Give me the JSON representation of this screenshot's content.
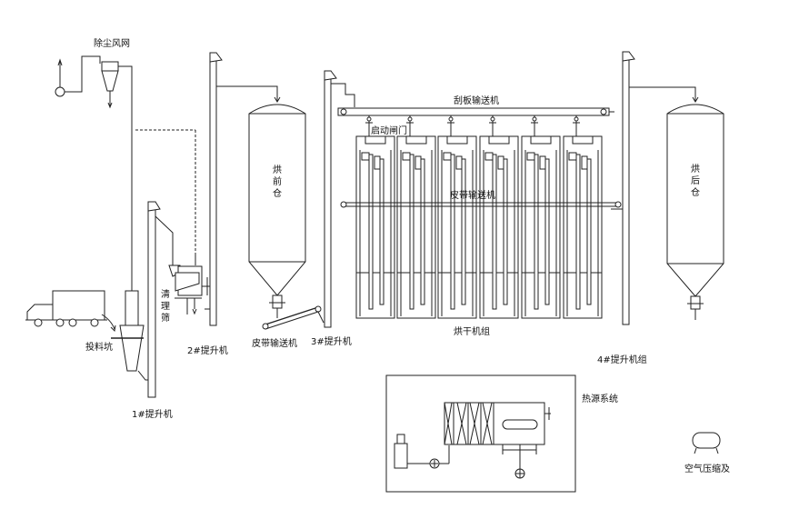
{
  "labels": {
    "dust_net": "除尘风网",
    "feed_pit": "投料坑",
    "elevator_1": "1#提升机",
    "cleaning_screen": [
      "清",
      "理",
      "筛"
    ],
    "elevator_2": "2#提升机",
    "pre_silo": [
      "烘",
      "前",
      "仓"
    ],
    "belt_conveyor_left": "皮带输送机",
    "elevator_3": "3#提升机",
    "scraper_conveyor": "刮板输送机",
    "start_gate": "启动闸门",
    "belt_conveyor_mid": "皮带输送机",
    "dryer_group": "烘干机组",
    "elevator_4_group": "4#提升机组",
    "post_silo": [
      "烘",
      "后",
      "仓"
    ],
    "heat_system": "热源系统",
    "air_compressor": "空气压缩及"
  }
}
